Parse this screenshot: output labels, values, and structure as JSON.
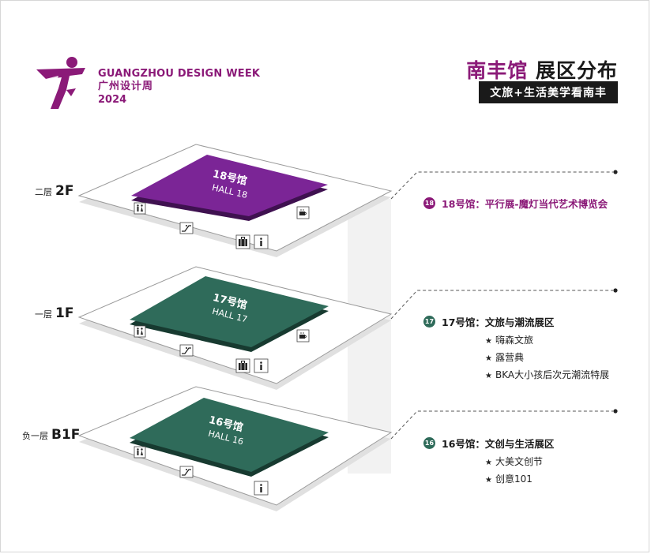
{
  "logo": {
    "name_en": "GUANGZHOU DESIGN WEEK",
    "name_cn": "广州设计周",
    "year": "2024",
    "brand_color": "#8b1a78"
  },
  "header": {
    "title_accent": "南丰馆",
    "title_rest": "展区分布",
    "subtitle": "文旅+生活美学看南丰"
  },
  "floors": [
    {
      "label_cn": "二层",
      "code": "2F",
      "hall_cn": "18号馆",
      "hall_en": "HALL 18",
      "color": "#7b2596"
    },
    {
      "label_cn": "一层",
      "code": "1F",
      "hall_cn": "17号馆",
      "hall_en": "HALL 17",
      "color": "#2f6b5a"
    },
    {
      "label_cn": "负一层",
      "code": "B1F",
      "hall_cn": "16号馆",
      "hall_en": "HALL 16",
      "color": "#2f6b5a"
    }
  ],
  "halls": [
    {
      "badge": "18",
      "title": "18号馆：平行展-魔灯当代艺术博览会",
      "color": "#8b1a78",
      "items": []
    },
    {
      "badge": "17",
      "title": "17号馆：文旅与潮流展区",
      "color": "#2f6b5a",
      "items": [
        "嗨森文旅",
        "露营典",
        "BKA大小孩后次元潮流特展"
      ]
    },
    {
      "badge": "16",
      "title": "16号馆：文创与生活展区",
      "color": "#2f6b5a",
      "items": [
        "大美文创节",
        "创意101"
      ]
    }
  ],
  "icons": [
    "restroom-icon",
    "escalator-icon",
    "cafe-icon",
    "luggage-icon",
    "info-icon"
  ]
}
